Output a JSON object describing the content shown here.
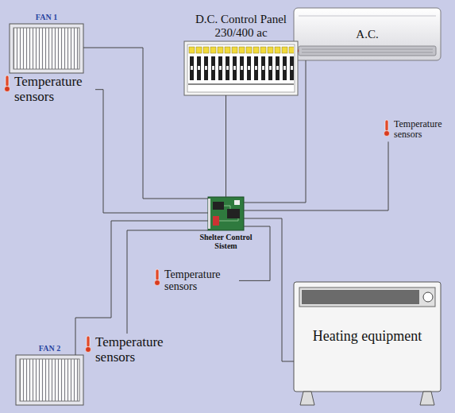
{
  "diagram": {
    "nodes": [
      {
        "text": [
          "FAN 1"
        ]
      },
      {
        "text": [
          "A.C."
        ]
      },
      {
        "text": [
          "Temperature sensors"
        ]
      },
      {
        "text": [
          "D.C. Control Panel 230/400 ac"
        ]
      },
      {
        "text": [
          "Temperature sensors"
        ]
      },
      {
        "text": [
          "Shelter Control Sistem"
        ]
      },
      {
        "text": [
          "Temperature sensors"
        ]
      },
      {
        "text": [
          "Heating equipment"
        ]
      },
      {
        "text": [
          "FAN 2"
        ]
      },
      {
        "text": [
          "Temperature sensors"
        ]
      }
    ],
    "edges": [
      {
        "from": 5,
        "to": 0,
        "arrow": "none"
      },
      {
        "from": 5,
        "to": 1,
        "arrow": "none"
      },
      {
        "from": 5,
        "to": 2,
        "arrow": "none"
      },
      {
        "from": 5,
        "to": 3,
        "arrow": "none"
      },
      {
        "from": 5,
        "to": 4,
        "arrow": "none"
      },
      {
        "from": 5,
        "to": 6,
        "arrow": "none"
      },
      {
        "from": 5,
        "to": 7,
        "arrow": "none"
      },
      {
        "from": 5,
        "to": 8,
        "arrow": "none"
      },
      {
        "from": 5,
        "to": 9,
        "arrow": "none"
      }
    ]
  }
}
